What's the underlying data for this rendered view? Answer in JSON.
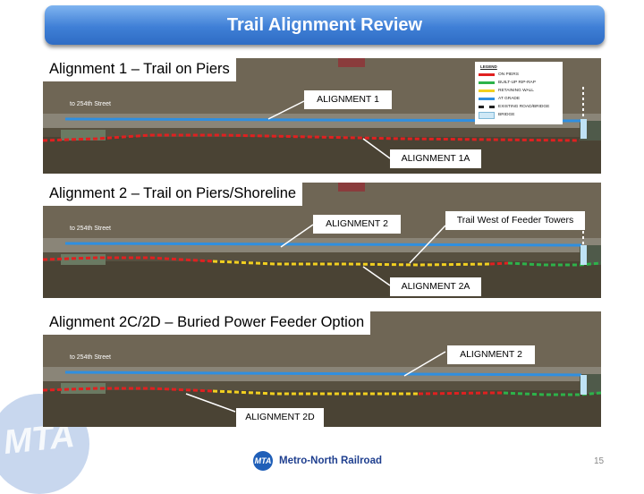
{
  "title": "Trail Alignment Review",
  "panels": [
    {
      "title": "Alignment 1 – Trail on Piers",
      "street": "to 254th Street",
      "callouts": [
        "ALIGNMENT 1",
        "ALIGNMENT 1A"
      ]
    },
    {
      "title": "Alignment 2 – Trail on Piers/Shoreline",
      "street": "to 254th Street",
      "callouts": [
        "ALIGNMENT 2",
        "Trail West of Feeder Towers",
        "ALIGNMENT 2A"
      ]
    },
    {
      "title": "Alignment 2C/2D – Buried Power Feeder Option",
      "street": "to 254th Street",
      "callouts": [
        "ALIGNMENT 2",
        "ALIGNMENT 2D"
      ]
    }
  ],
  "legend": {
    "heading": "LEGEND",
    "items": [
      {
        "label": "ON PIERS",
        "color": "#e02020",
        "style": "solid"
      },
      {
        "label": "BUILT-UP RIP-RAP",
        "color": "#2db34a",
        "style": "solid"
      },
      {
        "label": "RETAINING WALL",
        "color": "#f2d020",
        "style": "solid"
      },
      {
        "label": "AT GRADE",
        "color": "#2f8fe0",
        "style": "solid"
      },
      {
        "label": "EXISTING ROAD/BRIDGE",
        "color": "#222222",
        "style": "dashed"
      },
      {
        "label": "BRIDGE",
        "color": "#cfe8f6",
        "style": "box"
      }
    ]
  },
  "footer": {
    "logo": "MTA",
    "brand": "Metro-North Railroad",
    "page": "15"
  },
  "watermark": "MTA",
  "colors": {
    "on_piers": "#e02020",
    "rip_rap": "#2db34a",
    "retaining_wall": "#f2d020",
    "at_grade": "#2f8fe0",
    "title_bar": "#3f7fd6"
  }
}
